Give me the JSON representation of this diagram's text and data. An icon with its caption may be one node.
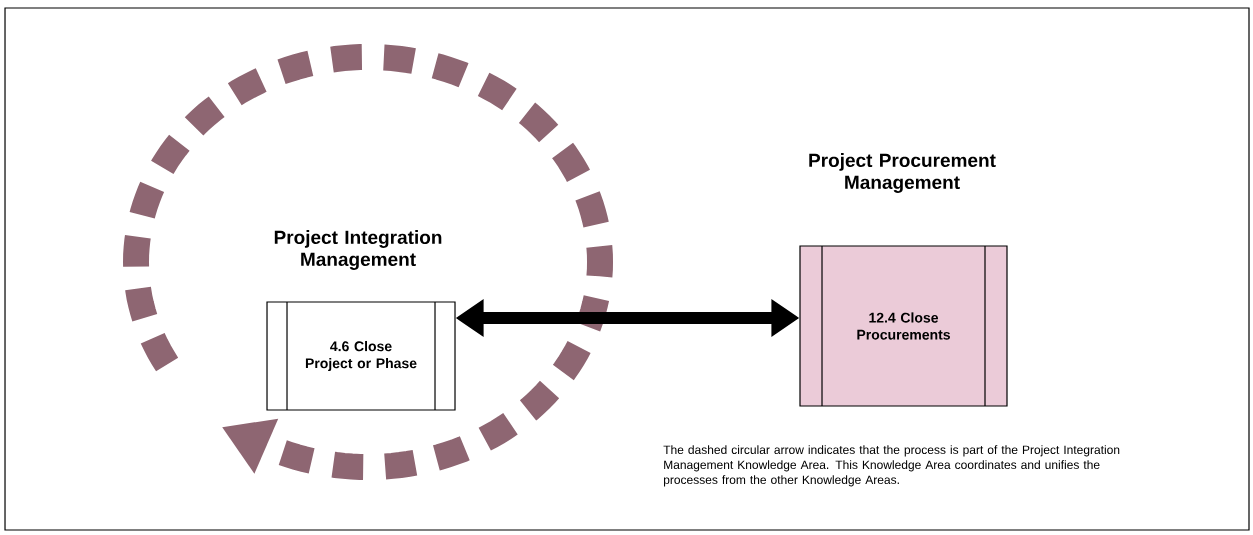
{
  "diagram": {
    "nodes": [
      {
        "text": [
          "Project Integration Management",
          "4.6 Close Project or Phase"
        ]
      },
      {
        "text": [
          "Project Procurement Management",
          "12.4 Close Procurements"
        ]
      }
    ],
    "edges": [
      {
        "from": 0,
        "to": 1,
        "arrow": "both"
      }
    ],
    "labels": [
      "The dashed circular arrow indicates that the process is part of the Project Integration Management Knowledge Area. This Knowledge Area coordinates and unifies the processes from the other Knowledge Areas."
    ]
  }
}
